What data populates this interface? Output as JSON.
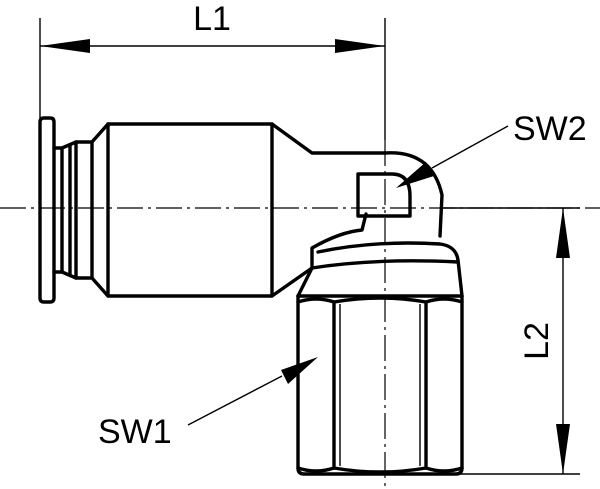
{
  "dimensions": {
    "L1": "L1",
    "L2": "L2",
    "SW1": "SW1",
    "SW2": "SW2"
  },
  "colors": {
    "line": "#000000",
    "background": "#ffffff"
  }
}
